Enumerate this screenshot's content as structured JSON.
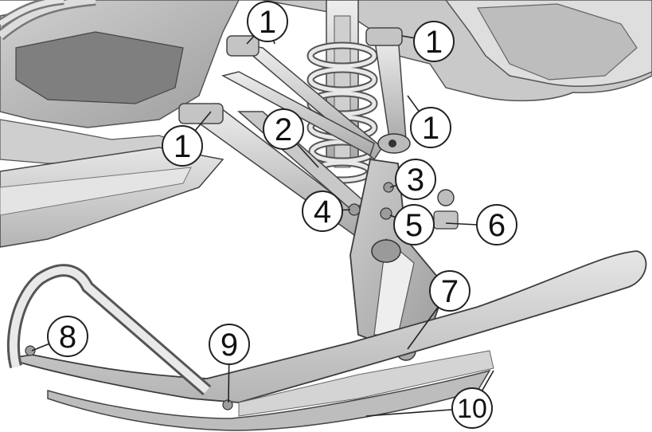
{
  "callouts": [
    {
      "label": "1"
    },
    {
      "label": "1"
    },
    {
      "label": "1"
    },
    {
      "label": "1"
    },
    {
      "label": "2"
    },
    {
      "label": "3"
    },
    {
      "label": "4"
    },
    {
      "label": "5"
    },
    {
      "label": "6"
    },
    {
      "label": "7"
    },
    {
      "label": "8"
    },
    {
      "label": "9"
    },
    {
      "label": "10"
    }
  ],
  "colors": {
    "background": "#ffffff",
    "part_fill": "#d9d9d9",
    "part_shade": "#bdbdbd",
    "part_dark": "#8f8f8f",
    "outline": "#4a4a4a"
  }
}
